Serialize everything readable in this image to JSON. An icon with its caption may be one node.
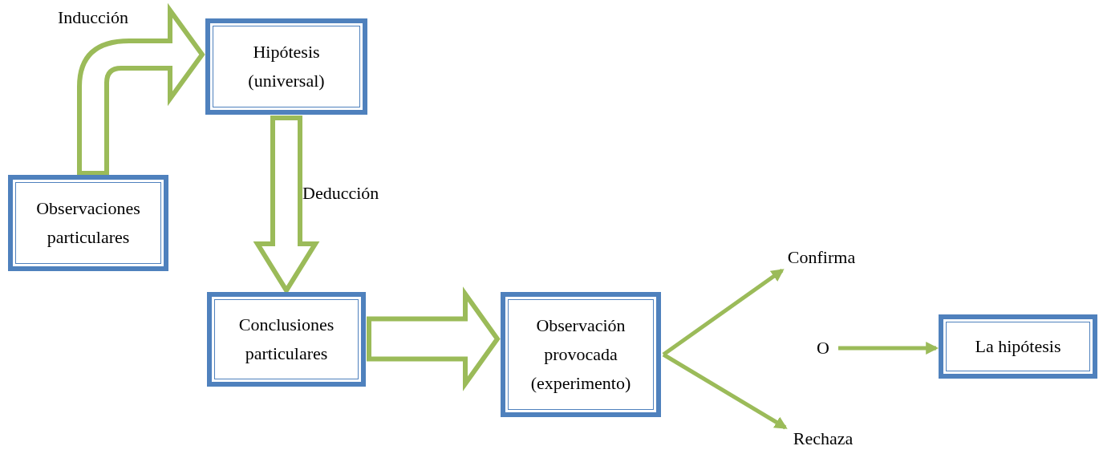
{
  "diagram": {
    "nodes": [
      {
        "text": [
          "Observaciones particulares"
        ]
      },
      {
        "text": [
          "Hipótesis (universal)"
        ]
      },
      {
        "text": [
          "Conclusiones particulares"
        ]
      },
      {
        "text": [
          "Observación provocada (experimento)"
        ]
      },
      {
        "text": [
          "Confirma"
        ]
      },
      {
        "text": [
          "O"
        ]
      },
      {
        "text": [
          "Rechaza"
        ]
      },
      {
        "text": [
          "La hipótesis"
        ]
      }
    ],
    "edges": [
      {
        "from": 0,
        "to": 1,
        "arrow": "to",
        "label": "Inducción",
        "style": "thick"
      },
      {
        "from": 1,
        "to": 2,
        "arrow": "to",
        "label": "Deducción",
        "style": "thick"
      },
      {
        "from": 2,
        "to": 3,
        "arrow": "to",
        "style": "thick"
      },
      {
        "from": 3,
        "to": 4,
        "arrow": "to"
      },
      {
        "from": 3,
        "to": 6,
        "arrow": "to"
      },
      {
        "from": 5,
        "to": 7,
        "arrow": "to"
      }
    ]
  }
}
